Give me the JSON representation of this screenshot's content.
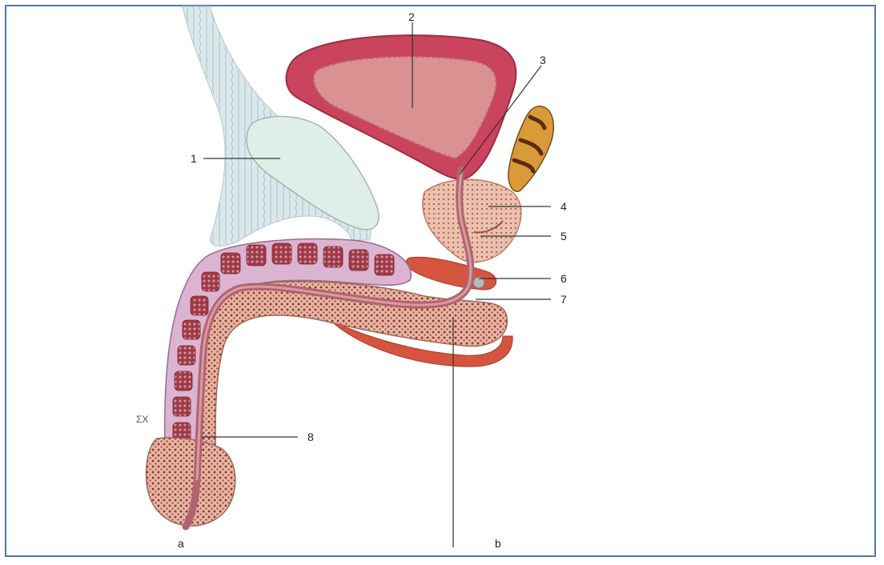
{
  "figure": {
    "callouts": [
      "1",
      "2",
      "3",
      "4",
      "5",
      "6",
      "7",
      "8"
    ],
    "panels": [
      "a",
      "b"
    ],
    "side_mark": "ƩX"
  }
}
